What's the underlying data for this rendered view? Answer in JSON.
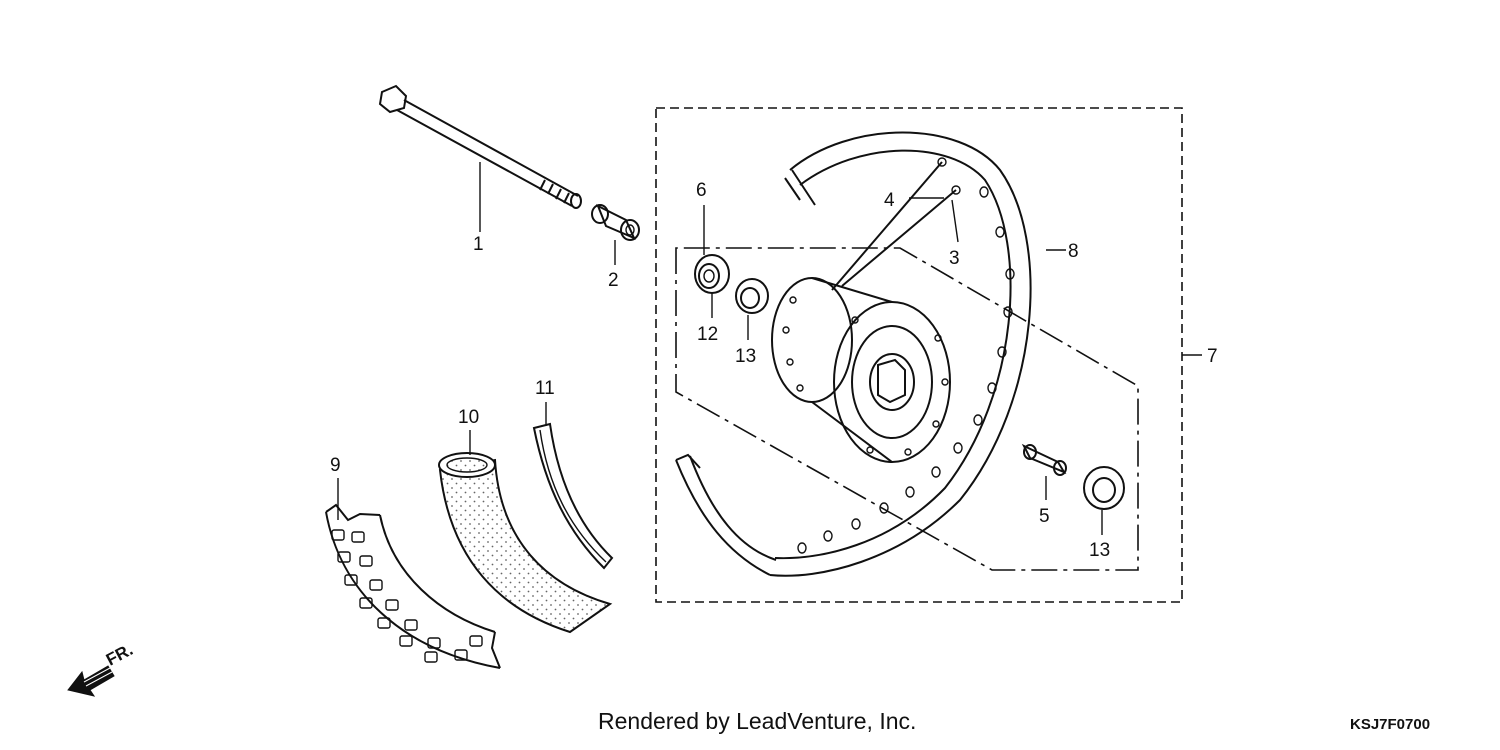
{
  "labels": [
    {
      "id": "1",
      "text": "1"
    },
    {
      "id": "2",
      "text": "2"
    },
    {
      "id": "3",
      "text": "3"
    },
    {
      "id": "4",
      "text": "4"
    },
    {
      "id": "5",
      "text": "5"
    },
    {
      "id": "6",
      "text": "6"
    },
    {
      "id": "7",
      "text": "7"
    },
    {
      "id": "8",
      "text": "8"
    },
    {
      "id": "9",
      "text": "9"
    },
    {
      "id": "10",
      "text": "10"
    },
    {
      "id": "11",
      "text": "11"
    },
    {
      "id": "12",
      "text": "12"
    },
    {
      "id": "13a",
      "text": "13"
    },
    {
      "id": "13b",
      "text": "13"
    }
  ],
  "direction_label": "FR.",
  "credit": "Rendered by LeadVenture, Inc.",
  "diagram_code": "KSJ7F0700"
}
